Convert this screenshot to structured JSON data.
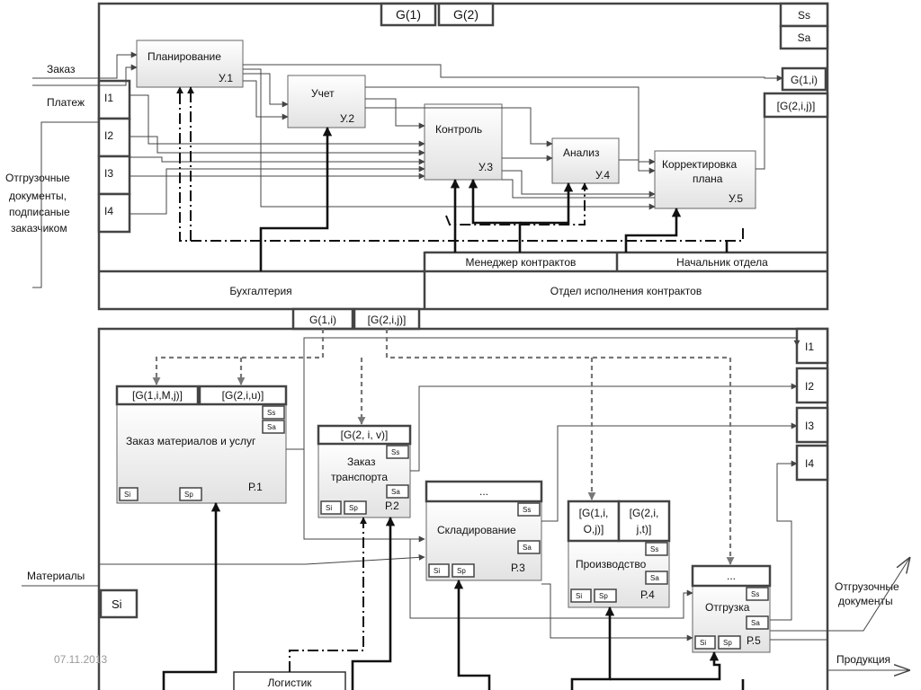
{
  "top": {
    "g1": "G(1)",
    "g2": "G(2)",
    "ss": "Ss",
    "sa": "Sa",
    "g1i": "G(1,i)",
    "g2ij": "[G(2,i,j)]",
    "inputs": {
      "order": "Заказ",
      "payment": "Платеж",
      "docs": [
        "Отгрузочные",
        "документы,",
        "подписаные",
        "заказчиком"
      ]
    },
    "iboxes": [
      "I1",
      "I2",
      "I3",
      "I4"
    ],
    "units": [
      {
        "name": "Планирование",
        "code": "У.1"
      },
      {
        "name": "Учет",
        "code": "У.2"
      },
      {
        "name": "Контроль",
        "code": "У.3"
      },
      {
        "name": "Анализ",
        "code": "У.4"
      },
      {
        "name_lines": [
          "Корректировка",
          "плана"
        ],
        "code": "У.5"
      }
    ],
    "roles": {
      "contract_manager": "Менеджер контрактов",
      "dept_head": "Начальник отдела"
    },
    "departments": {
      "accounting": "Бухгалтерия",
      "contracts": "Отдел исполнения контрактов"
    }
  },
  "link": {
    "g1i": "G(1,i)",
    "g2ij": "[G(2,i,j)]"
  },
  "bottom": {
    "oboxes": [
      "I1",
      "I2",
      "I3",
      "I4"
    ],
    "si_box": "Si",
    "date": "07.11.2013",
    "logistics": "Логистик",
    "materials": "Материалы",
    "out_docs": [
      "Отгрузочные",
      "документы"
    ],
    "products": "Продукция",
    "p1": {
      "h1": "[G(1,i,M,j)]",
      "h2": "[G(2,i,u)]",
      "name": "Заказ материалов и услуг",
      "code": "Р.1"
    },
    "p2": {
      "h1": "[G(2, i, v)]",
      "name_lines": [
        "Заказ",
        "транспорта"
      ],
      "code": "Р.2"
    },
    "p3": {
      "h1": "...",
      "name": "Складирование",
      "code": "Р.3"
    },
    "p4": {
      "h1": [
        "[G(1,i,",
        "O,j)]"
      ],
      "h2": [
        "[G(2,i,",
        "j,t)]"
      ],
      "name": "Производство",
      "code": "Р.4"
    },
    "p5": {
      "h1": "...",
      "name": "Отгрузка",
      "code": "Р.5"
    },
    "tags": {
      "ss": "Ss",
      "sa": "Sa",
      "si": "Si",
      "sp": "Sp"
    }
  }
}
